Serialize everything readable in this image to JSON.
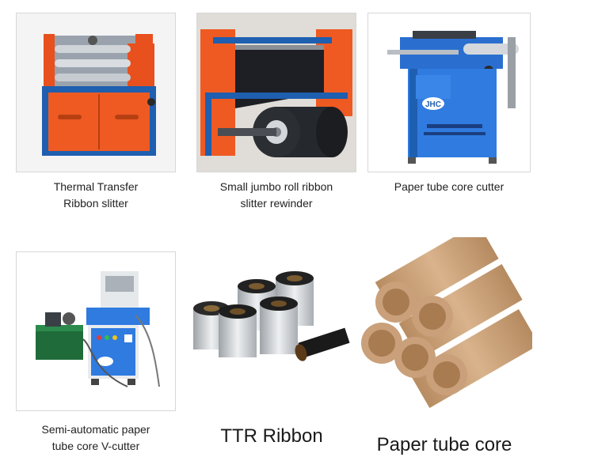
{
  "products": [
    {
      "caption_line1": "Thermal Transfer",
      "caption_line2": "Ribbon slitter",
      "image_icon": "ribbon-slitter-machine"
    },
    {
      "caption_line1": "Small jumbo roll ribbon",
      "caption_line2": "slitter rewinder",
      "image_icon": "jumbo-roll-rewinder-machine"
    },
    {
      "caption_line1": "Paper tube core cutter",
      "caption_line2": "",
      "image_icon": "tube-core-cutter-machine"
    },
    {
      "caption_line1": "Semi-automatic paper",
      "caption_line2": "tube core V-cutter",
      "image_icon": "v-cutter-machine"
    },
    {
      "caption_line1": "TTR Ribbon",
      "caption_line2": "",
      "image_icon": "ttr-ribbon-rolls"
    },
    {
      "caption_line1": "Paper tube core",
      "caption_line2": "",
      "image_icon": "paper-tube-cores"
    }
  ],
  "brand_badge": "JHC",
  "colors": {
    "machine_orange": "#e8501e",
    "machine_blue": "#1f5fb0",
    "machine_green": "#1f6b3a",
    "kraft": "#c9a07a"
  }
}
